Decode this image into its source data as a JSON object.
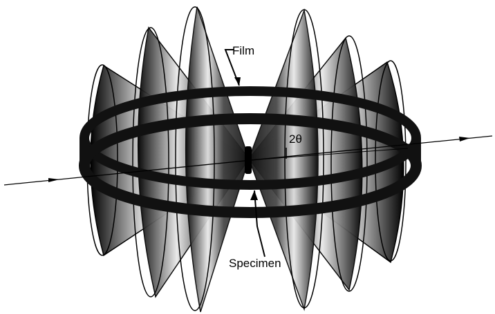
{
  "labels": {
    "film": "Film",
    "two_theta": "2θ",
    "specimen": "Specimen"
  },
  "colors": {
    "ink": "#000000",
    "paper": "#ffffff",
    "cone_light": "#e8e8e8",
    "cone_mid": "#8a8a8a"
  }
}
